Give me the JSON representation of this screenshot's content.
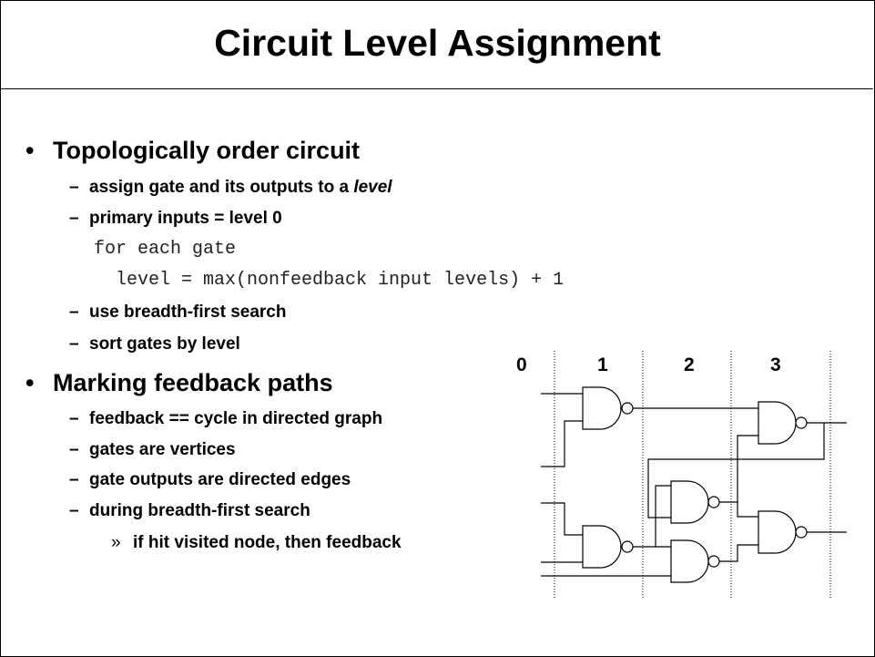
{
  "slide": {
    "title": "Circuit Level Assignment",
    "bullets": [
      {
        "marker": "•",
        "text": "Topologically order circuit",
        "items": [
          {
            "marker": "–",
            "text": "assign gate and its outputs to a ",
            "emph": "level"
          },
          {
            "marker": "–",
            "text": "primary inputs = level 0"
          },
          {
            "code": "for each gate"
          },
          {
            "code": "level = max(nonfeedback input levels) + 1"
          },
          {
            "marker": "–",
            "text": "use breadth-first search"
          },
          {
            "marker": "–",
            "text": "sort gates by level"
          }
        ]
      },
      {
        "marker": "•",
        "text": "Marking feedback paths",
        "items": [
          {
            "marker": "–",
            "text": "feedback == cycle in directed graph"
          },
          {
            "marker": "–",
            "text": "gates are vertices"
          },
          {
            "marker": "–",
            "text": "gate outputs are directed edges"
          },
          {
            "marker": "–",
            "text": "during breadth-first search"
          },
          {
            "marker": "»",
            "text": "if hit visited node, then feedback"
          }
        ]
      }
    ]
  },
  "diagram": {
    "level_labels": [
      "0",
      "1",
      "2",
      "3"
    ],
    "gate_type": "NAND",
    "gate_count": 6
  }
}
